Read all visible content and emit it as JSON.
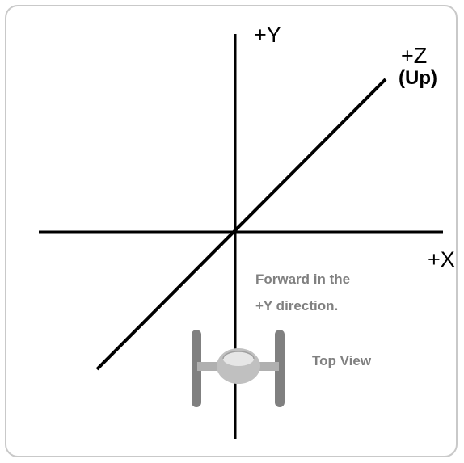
{
  "axes": {
    "y_label": "+Y",
    "z_label": "+Z",
    "z_sublabel": "(Up)",
    "x_label": "+X"
  },
  "notes": {
    "forward_line1": "Forward in the",
    "forward_line2": "+Y direction.",
    "view_label": "Top View"
  },
  "colors": {
    "axis": "#000000",
    "note_text": "#808080",
    "ship_panels": "#808080",
    "ship_body": "#c0c0c0",
    "frame": "#c9c9c9"
  },
  "icon": "starfighter-top-view-icon"
}
